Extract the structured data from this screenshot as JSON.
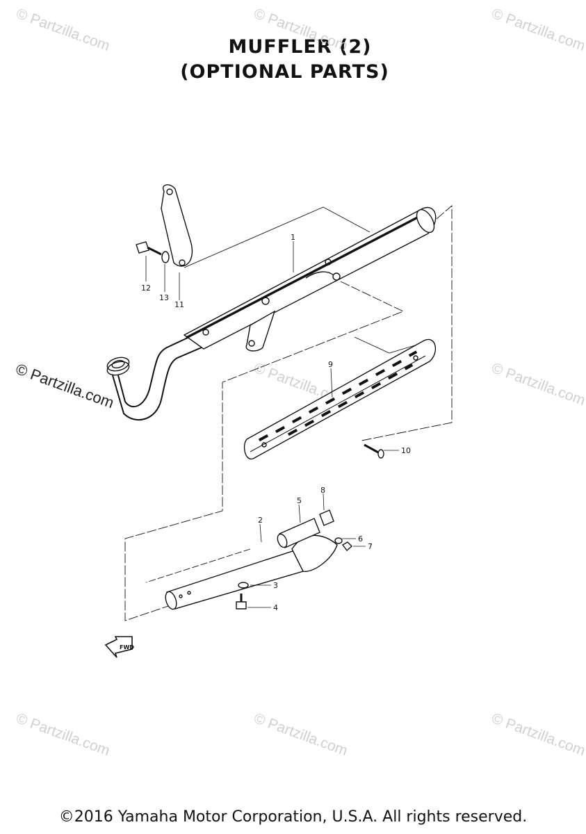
{
  "title_line1": "MUFFLER (2)",
  "title_line2": "(OPTIONAL  PARTS)",
  "watermark": "© Partzilla.com",
  "footer": "©2016 Yamaha Motor Corporation, U.S.A. All rights reserved.",
  "fwd_label": "FWD",
  "callouts": [
    "1",
    "2",
    "3",
    "4",
    "5",
    "6",
    "7",
    "8",
    "9",
    "10",
    "11",
    "12",
    "13"
  ],
  "colors": {
    "line": "#111111",
    "watermark": "#d0d0d0"
  }
}
